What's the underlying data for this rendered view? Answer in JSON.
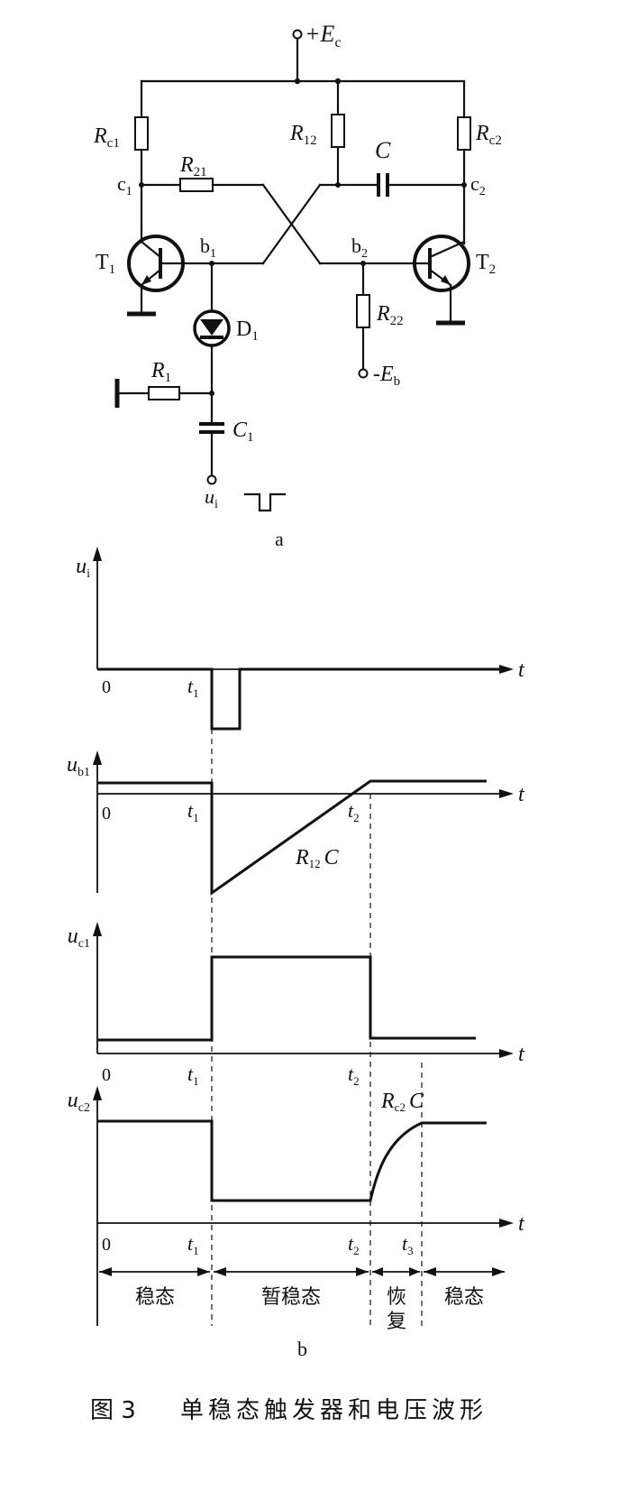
{
  "circuit": {
    "supply_pos": "+E",
    "supply_pos_sub": "c",
    "supply_neg": "-E",
    "supply_neg_sub": "b",
    "r_c1": "R",
    "r_c1_sub": "c1",
    "r_12": "R",
    "r_12_sub": "12",
    "r_c2": "R",
    "r_c2_sub": "c2",
    "r_21": "R",
    "r_21_sub": "21",
    "r_22": "R",
    "r_22_sub": "22",
    "r_1": "R",
    "r_1_sub": "1",
    "cap_c": "C",
    "cap_c1": "C",
    "cap_c1_sub": "1",
    "node_c1": "c",
    "node_c1_sub": "1",
    "node_c2": "c",
    "node_c2_sub": "2",
    "node_b1": "b",
    "node_b1_sub": "1",
    "node_b2": "b",
    "node_b2_sub": "2",
    "t1_label": "T",
    "t1_sub": "1",
    "t2_label": "T",
    "t2_sub": "2",
    "d1_label": "D",
    "d1_sub": "1",
    "input_label": "u",
    "input_sub": "i",
    "panel_label": "a"
  },
  "waveforms": {
    "panel_label": "b",
    "t_axis": "t",
    "origin": "0",
    "tick_t1": "t",
    "tick_t1_sub": "1",
    "tick_t2": "t",
    "tick_t2_sub": "2",
    "tick_t3": "t",
    "tick_t3_sub": "3",
    "ui": "u",
    "ui_sub": "i",
    "ub1": "u",
    "ub1_sub": "b1",
    "uc1": "u",
    "uc1_sub": "c1",
    "uc2": "u",
    "uc2_sub": "c2",
    "ub1_note": "R",
    "ub1_note_sub": "12",
    "ub1_note_tail": "C",
    "uc2_note": "R",
    "uc2_note_sub": "c2",
    "uc2_note_tail": "C",
    "phases": {
      "stable_1": "稳态",
      "quasi": "暂稳态",
      "recover_1": "恢",
      "recover_2": "复",
      "stable_2": "稳态"
    }
  },
  "caption": {
    "number": "图 3",
    "text": "单稳态触发器和电压波形"
  }
}
